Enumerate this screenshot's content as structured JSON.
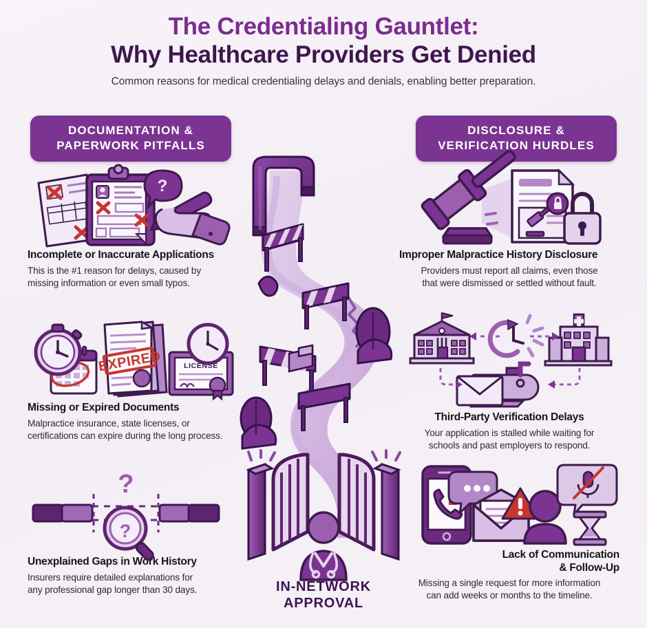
{
  "header": {
    "title_line1": "The Credentialing Gauntlet:",
    "title_line2": "Why Healthcare Providers Get Denied",
    "subtitle": "Common reasons for medical credentialing delays and denials, enabling better preparation.",
    "title_accent_color": "#7b2d8e",
    "title_dark_color": "#40164f"
  },
  "columns": {
    "left_header": "DOCUMENTATION &\nPAPERWORK PITFALLS",
    "left_header_line1": "DOCUMENTATION &",
    "left_header_line2": "PAPERWORK PITFALLS",
    "right_header_line1": "DISCLOSURE &",
    "right_header_line2": "VERIFICATION HURDLES",
    "header_bg_color": "#7b3491"
  },
  "items": [
    {
      "id": "incomplete-applications",
      "title": "Incomplete or Inaccurate Applications",
      "body_line1": "This is the #1 reason for delays, caused by",
      "body_line2": "missing information or even small typos.",
      "art": "clipboard-form-with-red-x-marks-question-bubble-and-hand-with-pen"
    },
    {
      "id": "missing-expired-documents",
      "title": "Missing or Expired Documents",
      "body_line1": "Malpractice insurance, state licenses, or",
      "body_line2": "certifications can expire during the long process.",
      "art": "stopwatch-calendar-expired-stamped-papers-license-certificate-clock",
      "art_labels": {
        "stamp": "EXPIRED",
        "certificate": "LICENSE"
      }
    },
    {
      "id": "unexplained-work-gaps",
      "title": "Unexplained Gaps in Work History",
      "body_line1": "Insurers require detailed explanations for",
      "body_line2": "any professional gap longer than 30 days.",
      "art": "timeline-bar-with-dashed-gap-question-mark-and-magnifying-glass"
    },
    {
      "id": "malpractice-disclosure",
      "title": "Improper Malpractice History Disclosure",
      "body_line1": "Providers must report all claims, even those",
      "body_line2": "that were dismissed or settled without fault.",
      "art": "gavel-with-sealed-locked-legal-document"
    },
    {
      "id": "third-party-verification",
      "title": "Third-Party Verification Delays",
      "body_line1": "Your application is stalled while waiting for",
      "body_line2": "schools and past employers to respond.",
      "art": "school-building-clock-hospital-and-mailbox-with-dashed-arrows"
    },
    {
      "id": "lack-of-communication",
      "title_line1": "Lack of Communication",
      "title_line2": "& Follow-Up",
      "title": "Lack of Communication & Follow-Up",
      "body_line1": "Missing a single request for more information",
      "body_line2": "can add weeks or months to the timeline.",
      "art": "phone-missed-call-email-alert-person-muted-mic-hourglass"
    }
  ],
  "center": {
    "art": "winding-isometric-road-with-archway-barricades-bushes-and-cracks",
    "goal_label_line1": "IN-NETWORK",
    "goal_label_line2": "APPROVAL",
    "goal_art": "open-gates-with-doctor-figure-wearing-stethoscope"
  },
  "palette": {
    "background": "#f6f1f7",
    "deep_purple": "#5e2470",
    "purple": "#7b3491",
    "mid_purple": "#9c5fb0",
    "light_purple": "#c6a0d4",
    "pale_purple": "#e2cfea",
    "outline": "#3d1b4d",
    "red_accent": "#c8352f",
    "text_dark": "#16141a"
  }
}
